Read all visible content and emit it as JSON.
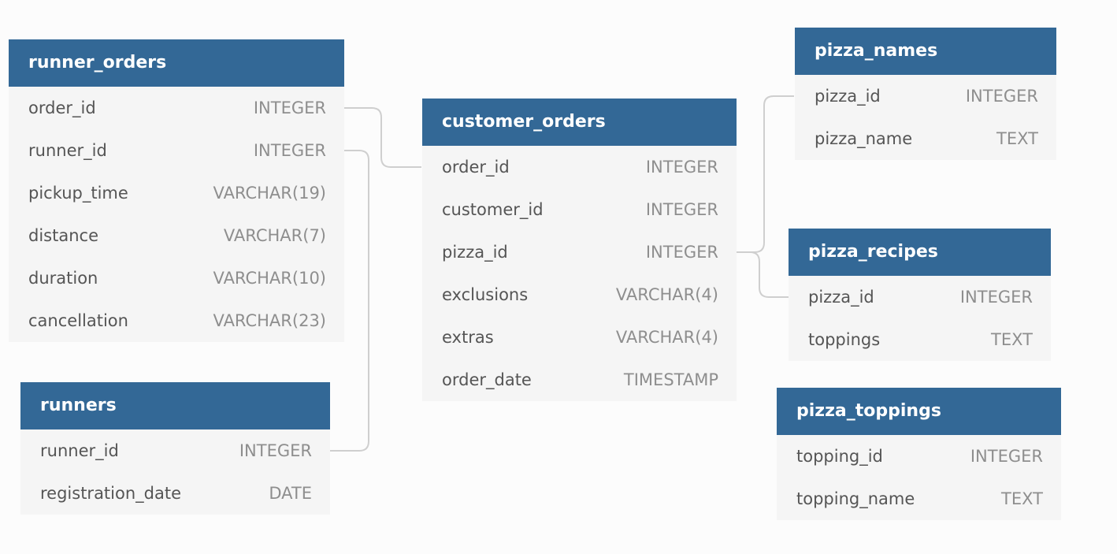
{
  "tables": {
    "runner_orders": {
      "title": "runner_orders",
      "columns": [
        {
          "name": "order_id",
          "type": "INTEGER"
        },
        {
          "name": "runner_id",
          "type": "INTEGER"
        },
        {
          "name": "pickup_time",
          "type": "VARCHAR(19)"
        },
        {
          "name": "distance",
          "type": "VARCHAR(7)"
        },
        {
          "name": "duration",
          "type": "VARCHAR(10)"
        },
        {
          "name": "cancellation",
          "type": "VARCHAR(23)"
        }
      ]
    },
    "runners": {
      "title": "runners",
      "columns": [
        {
          "name": "runner_id",
          "type": "INTEGER"
        },
        {
          "name": "registration_date",
          "type": "DATE"
        }
      ]
    },
    "customer_orders": {
      "title": "customer_orders",
      "columns": [
        {
          "name": "order_id",
          "type": "INTEGER"
        },
        {
          "name": "customer_id",
          "type": "INTEGER"
        },
        {
          "name": "pizza_id",
          "type": "INTEGER"
        },
        {
          "name": "exclusions",
          "type": "VARCHAR(4)"
        },
        {
          "name": "extras",
          "type": "VARCHAR(4)"
        },
        {
          "name": "order_date",
          "type": "TIMESTAMP"
        }
      ]
    },
    "pizza_names": {
      "title": "pizza_names",
      "columns": [
        {
          "name": "pizza_id",
          "type": "INTEGER"
        },
        {
          "name": "pizza_name",
          "type": "TEXT"
        }
      ]
    },
    "pizza_recipes": {
      "title": "pizza_recipes",
      "columns": [
        {
          "name": "pizza_id",
          "type": "INTEGER"
        },
        {
          "name": "toppings",
          "type": "TEXT"
        }
      ]
    },
    "pizza_toppings": {
      "title": "pizza_toppings",
      "columns": [
        {
          "name": "topping_id",
          "type": "INTEGER"
        },
        {
          "name": "topping_name",
          "type": "TEXT"
        }
      ]
    }
  },
  "colors": {
    "header": "#336896",
    "body": "#f5f5f5",
    "connector": "#cfcfcf"
  }
}
